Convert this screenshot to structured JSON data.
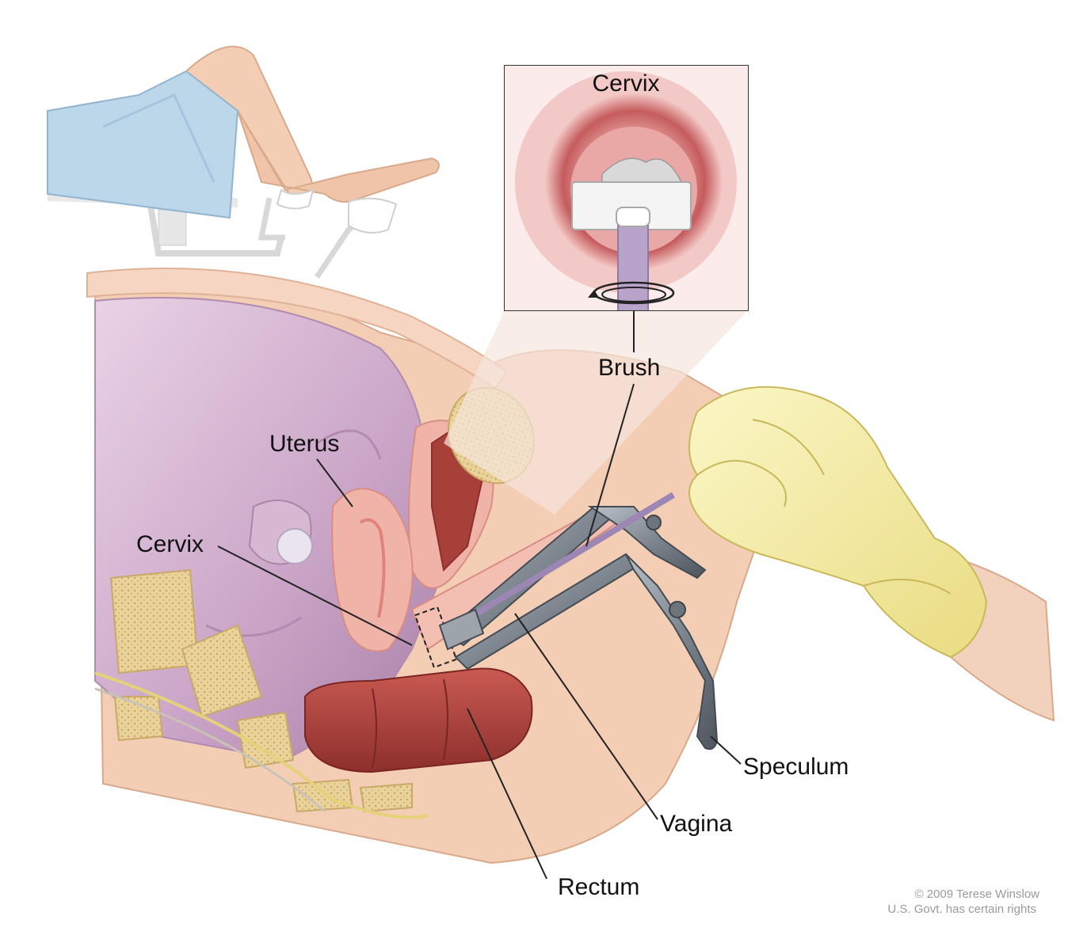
{
  "inset": {
    "title": "Cervix"
  },
  "labels": {
    "uterus": "Uterus",
    "cervix": "Cervix",
    "brush": "Brush",
    "speculum": "Speculum",
    "vagina": "Vagina",
    "rectum": "Rectum"
  },
  "credit": {
    "line1": "© 2009 Terese Winslow",
    "line2": "U.S. Govt. has certain rights"
  },
  "colors": {
    "skin": "#f3cdb4",
    "tissue_pink": "#efb3a8",
    "cavity_purple": "#c9a3c6",
    "rectum_red": "#a8403a",
    "bone": "#e8cf93",
    "glove": "#f4ec9c",
    "gown": "#bcd6ea",
    "speculum": "#7f8791"
  }
}
